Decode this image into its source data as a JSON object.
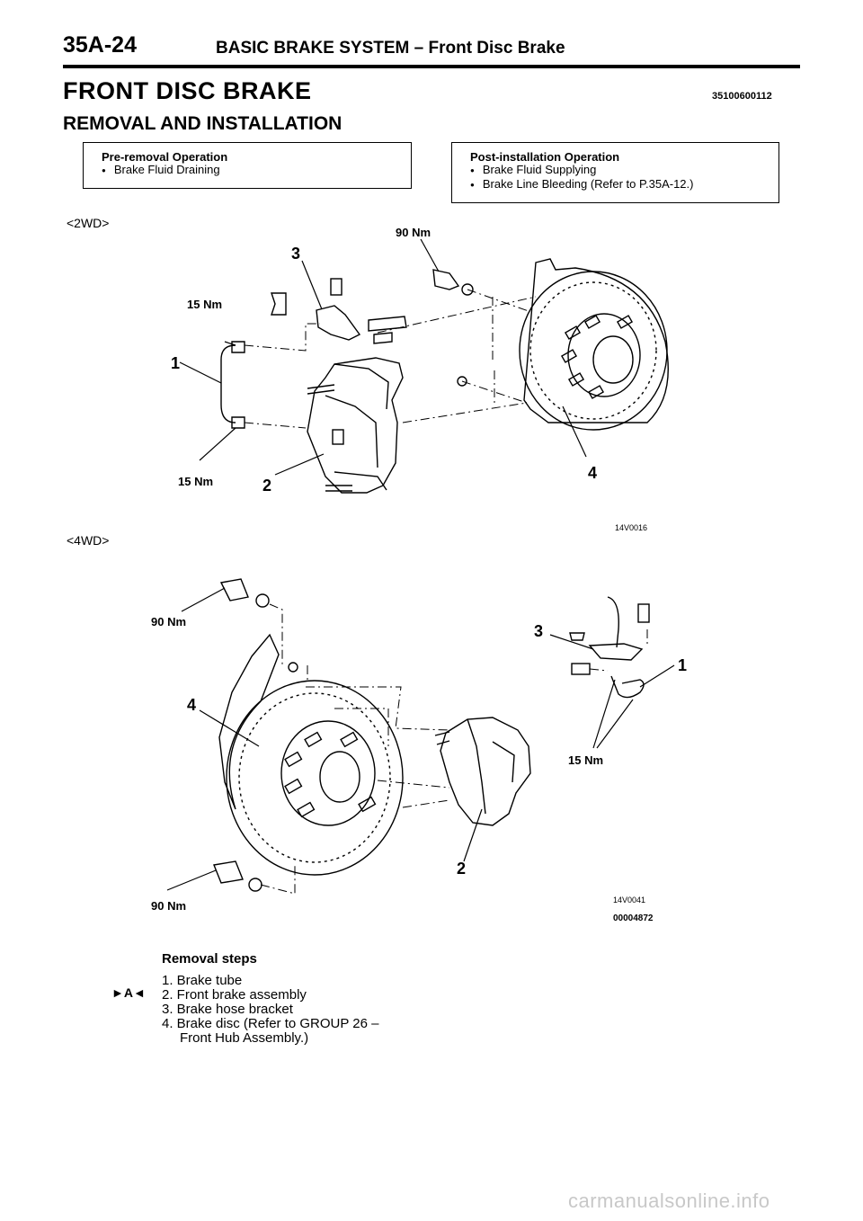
{
  "header": {
    "page_number": "35A-24",
    "section_bold": "BASIC BRAKE SYSTEM",
    "section_sep": " – ",
    "section_sub": "Front Disc Brake"
  },
  "title": "FRONT DISC BRAKE",
  "doc_code": "35100600112",
  "subtitle": "REMOVAL AND INSTALLATION",
  "pre_removal": {
    "heading": "Pre-removal Operation",
    "items": [
      "Brake Fluid Draining"
    ]
  },
  "post_installation": {
    "heading": "Post-installation Operation",
    "items": [
      "Brake Fluid Supplying",
      "Brake Line Bleeding (Refer to P.35A-12.)"
    ]
  },
  "variant_2wd": "<2WD>",
  "variant_4wd": "<4WD>",
  "diagram_2wd": {
    "torque_90": "90 Nm",
    "torque_15_top": "15 Nm",
    "torque_15_bottom": "15 Nm",
    "callouts": [
      "1",
      "2",
      "3",
      "4"
    ],
    "figure_code": "14V0016"
  },
  "diagram_4wd": {
    "torque_90_top": "90 Nm",
    "torque_90_bottom": "90 Nm",
    "torque_15": "15 Nm",
    "callouts": [
      "1",
      "2",
      "3",
      "4"
    ],
    "figure_code": "14V0041",
    "sheet_code": "00004872"
  },
  "removal": {
    "title": "Removal steps",
    "marker": "►A◄",
    "steps": [
      "1. Brake tube",
      "2. Front brake assembly",
      "3. Brake hose bracket",
      "4. Brake disc (Refer to GROUP 26 –"
    ],
    "step4_cont": "Front Hub Assembly.)"
  },
  "watermark": "carmanualsonline.info"
}
